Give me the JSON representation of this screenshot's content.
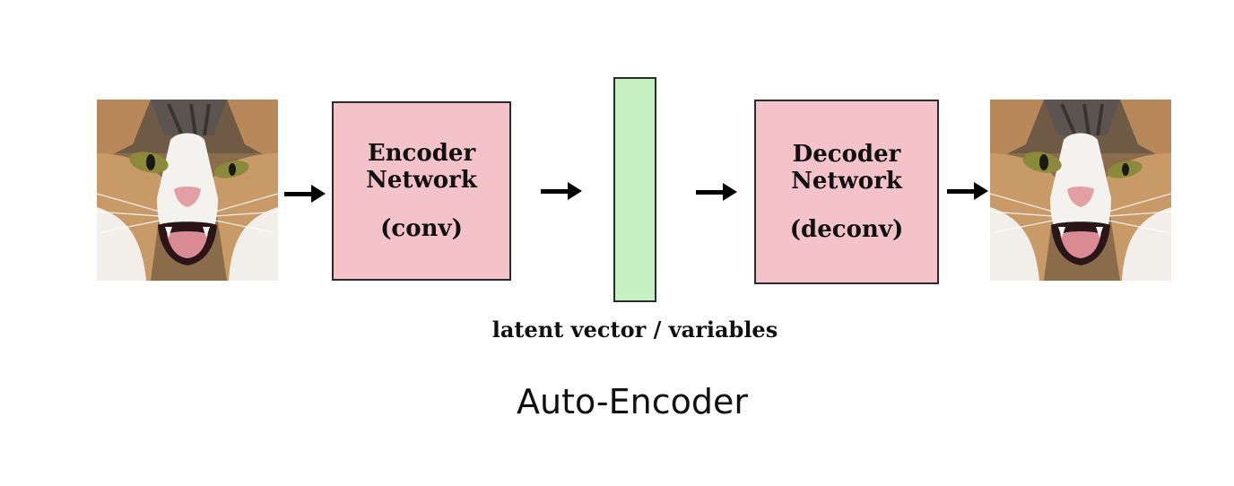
{
  "diagram": {
    "title": "Auto-Encoder",
    "encoder": {
      "line1": "Encoder",
      "line2": "Network",
      "sub": "(conv)"
    },
    "latent": {
      "label": "latent vector / variables"
    },
    "decoder": {
      "line1": "Decoder",
      "line2": "Network",
      "sub": "(deconv)"
    },
    "colors": {
      "network_box": "#f4c2c9",
      "latent_bar": "#c6f1c3",
      "stroke": "#2b2b2b"
    },
    "images": {
      "input": "cat-photo",
      "output": "cat-photo-reconstruction"
    }
  }
}
